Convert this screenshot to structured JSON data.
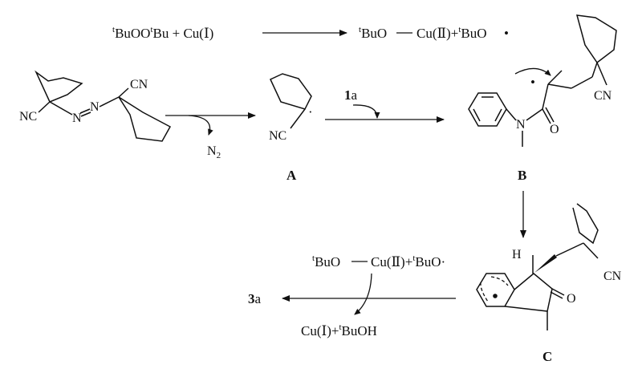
{
  "initiation": {
    "reactant_t": "t",
    "reactant_a": "BuOO",
    "reactant_t2": "t",
    "reactant_b": "Bu + Cu(Ⅰ)",
    "product_t": "t",
    "product_a": "BuO",
    "product_b": "Cu(Ⅱ)+",
    "product_t2": "t",
    "product_c": "BuO",
    "radical_dot": "•"
  },
  "azo": {
    "nc_label": "NC",
    "cn_label": "CN",
    "n1": "N",
    "n2": "N"
  },
  "n2_release": {
    "n": "N",
    "sub": "2"
  },
  "radical_A": {
    "nc_label": "NC",
    "dot": "·",
    "label": "A"
  },
  "reagent_1a": {
    "num": "1",
    "suffix": "a"
  },
  "intermediate_B": {
    "n_label": "N",
    "o_label": "O",
    "cn_label": "CN",
    "label": "B"
  },
  "regen": {
    "t1": "t",
    "a": "BuO",
    "b": "Cu(Ⅱ)+",
    "t2": "t",
    "c": "BuO·"
  },
  "byproduct": {
    "a": "Cu(Ⅰ)+",
    "t": "t",
    "b": "BuOH"
  },
  "intermediate_C": {
    "h_label": "H",
    "o_label": "O",
    "cn_label": "CN",
    "label": "C"
  },
  "product_3a": {
    "num": "3",
    "suffix": "a"
  }
}
